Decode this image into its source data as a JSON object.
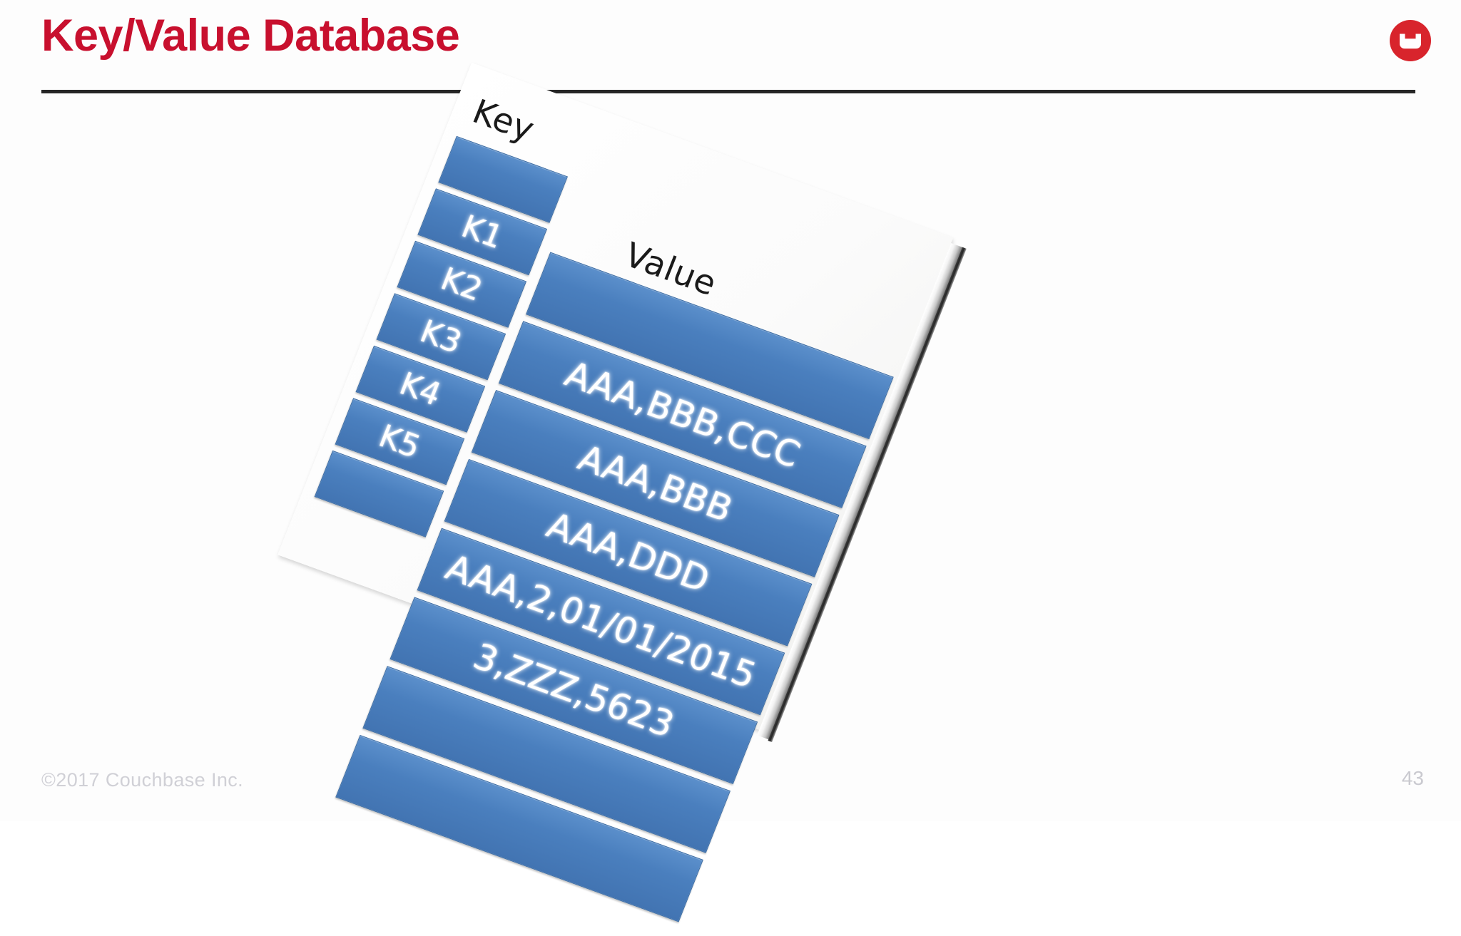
{
  "slide": {
    "title": "Key/Value Database",
    "page_number": "43",
    "copyright": "©2017 Couchbase Inc.",
    "accent_color": "#c8102e",
    "rule_color": "#262626",
    "cell_color": "#4a7fbe",
    "logo_name": "couchbase-logo"
  },
  "figure": {
    "name": "key-value-table-3d",
    "columns": [
      "Key",
      "Value"
    ],
    "rows": [
      {
        "key": "K1",
        "value": "AAA,BBB,CCC"
      },
      {
        "key": "K2",
        "value": "AAA,BBB"
      },
      {
        "key": "K3",
        "value": "AAA,DDD"
      },
      {
        "key": "K4",
        "value": "AAA,2,01/01/2015"
      },
      {
        "key": "K5",
        "value": "3,ZZZ,5623"
      }
    ],
    "blank_key_rows": 1,
    "blank_value_rows": 2
  }
}
